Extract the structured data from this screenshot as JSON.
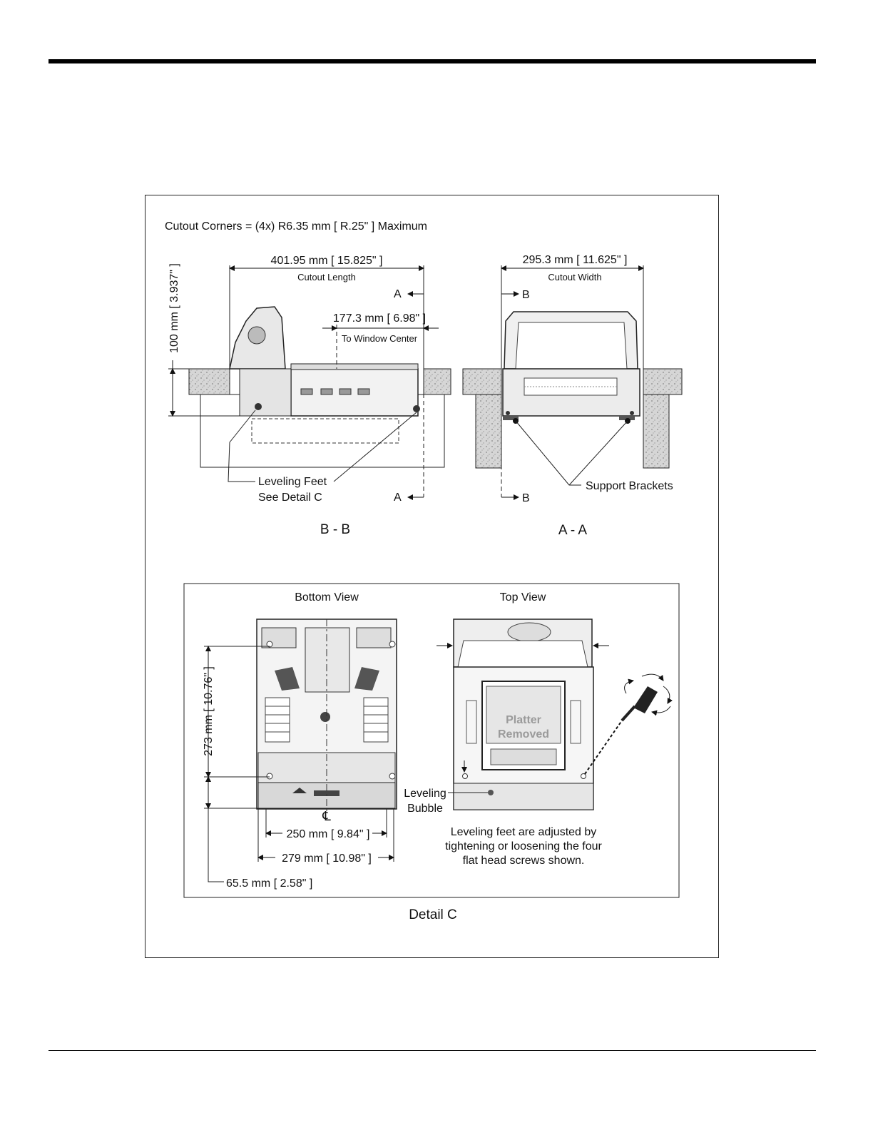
{
  "note": "Cutout Corners = (4x) R6.35 mm [ R.25\" ] Maximum",
  "section_bb": {
    "cutout_length_dim": "401.95 mm  [ 15.825\" ]",
    "cutout_length_label": "Cutout Length",
    "height_dim": "100 mm [ 3.937\" ]",
    "window_dim": "177.3 mm [ 6.98\" ]",
    "window_label": "To Window Center",
    "section_mark_top": "A",
    "section_mark_bottom": "A",
    "leveling_feet_label": "Leveling Feet",
    "see_detail_label": "See Detail C",
    "title": "B - B"
  },
  "section_aa": {
    "cutout_width_dim": "295.3 mm [ 11.625\" ]",
    "cutout_width_label": "Cutout Width",
    "section_mark_top": "B",
    "section_mark_bottom": "B",
    "support_brackets_label": "Support Brackets",
    "title": "A - A"
  },
  "detail_c": {
    "bottom_view_label": "Bottom View",
    "top_view_label": "Top View",
    "dim_273": "273 mm [ 10.76\" ]",
    "dim_250": "250 mm [ 9.84\" ]",
    "dim_279": "279 mm [ 10.98\" ]",
    "dim_65": "65.5 mm [ 2.58\" ]",
    "centerline_symbol": "℄",
    "platter_line1": "Platter",
    "platter_line2": "Removed",
    "leveling_line1": "Leveling",
    "leveling_line2": "Bubble",
    "note_line1": "Leveling feet are adjusted by",
    "note_line2": "tightening or loosening the four",
    "note_line3": "flat head screws shown.",
    "title": "Detail C"
  }
}
